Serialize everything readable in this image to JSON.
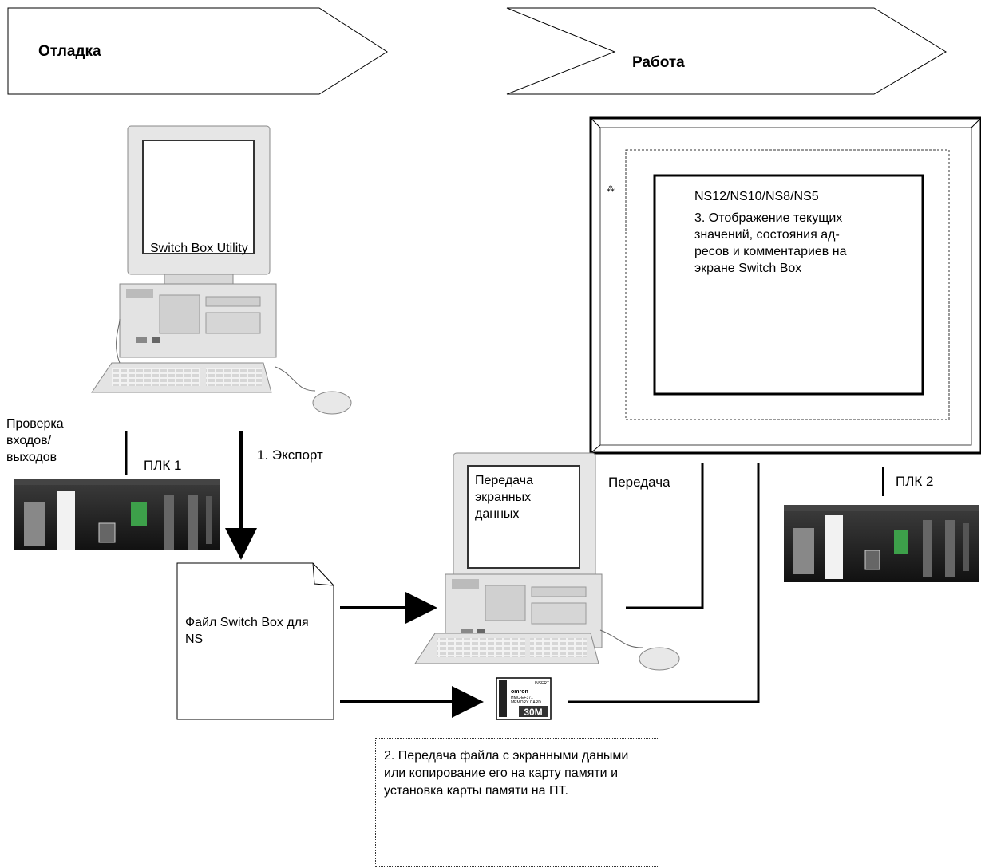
{
  "stages": {
    "debug": "Отладка",
    "operation": "Работа"
  },
  "pc1": {
    "screen_text": "Switch Box Utility"
  },
  "pc2": {
    "screen_text": "Передача экранных данных"
  },
  "labels": {
    "io_check": "Проверка входов/ выходов",
    "plc1": "ПЛК 1",
    "export": "1. Экспорт",
    "transfer": "Передача",
    "plc2": "ПЛК 2",
    "file": "Файл Switch Box для NS"
  },
  "memory_card": {
    "brand": "omron",
    "model": "HMC-EF371",
    "type": "MEMORY CARD",
    "insert": "INSERT",
    "capacity": "30M"
  },
  "pt": {
    "models": "NS12/NS10/NS8/NS5",
    "description": "3. Отображение текущих значений, состояния ад- ресов и комментариев на экране Switch Box"
  },
  "note": "2. Передача файла с экранными даными или копирование его на карту памяти и установка карты памяти на ПТ."
}
